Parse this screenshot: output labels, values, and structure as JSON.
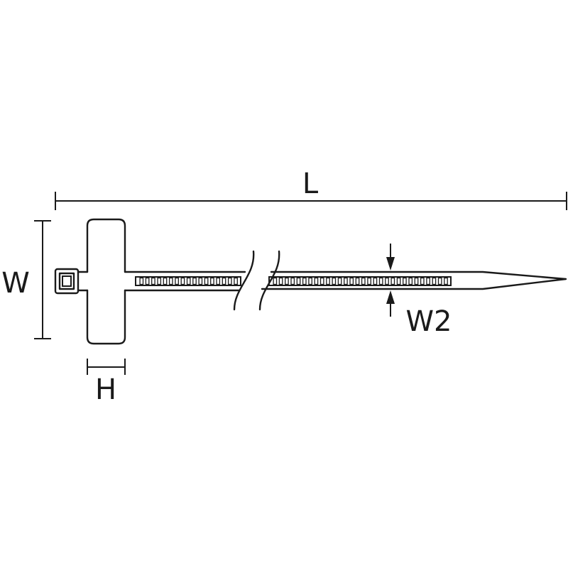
{
  "dimensions": {
    "length_label": "L",
    "width_label": "W",
    "tab_height_label": "H",
    "strap_width_label": "W2"
  },
  "colors": {
    "line": "#1a1a1a",
    "background": "#ffffff"
  }
}
